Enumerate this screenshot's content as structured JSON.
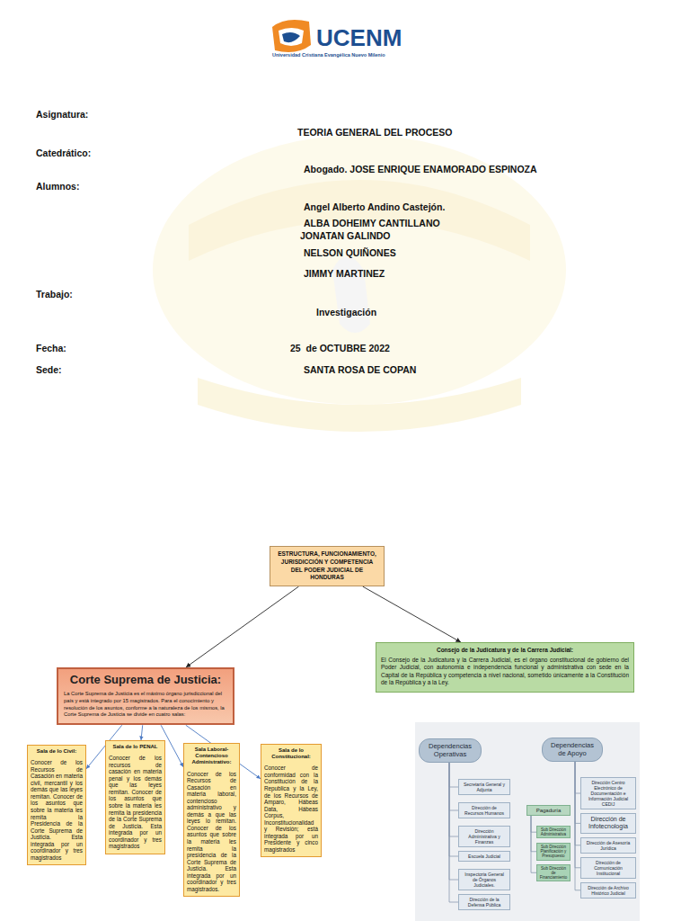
{
  "diagram": {
    "nodes": [
      {
        "text": [
          "ESTRUCTURA, FUNCIONAMIENTO, JURISDICCIÓN Y COMPETENCIA DEL PODER JUDICIAL DE HONDURAS"
        ]
      },
      {
        "text": [
          "Corte Suprema de Justicia:",
          "La Corte Suprema de Justicia es el máximo órgano jurisdiccional del país y está integrado por 15 magistrados. Para el conocimiento y resolución de los asuntos, conforme a la naturaleza de los mismos, la Corte Suprema de Justicia se divide en cuatro salas:"
        ]
      },
      {
        "text": [
          "Sala de lo Civil:",
          "Conocer de los Recursos de Casación en materia civil, mercantil y los demás que las leyes remitan. Conocer de los asuntos que sobre la materia les remita la Presidencia de la Corte Suprema de Justicia. Esta integrada por un coordinador y tres magistrados"
        ]
      },
      {
        "text": [
          "Sala de lo PENAL",
          "Conocer de los recursos de casación en materia penal y los demás que las leyes remitan. Conocer de los asuntos que sobre la materia les remita la presidencia de la Corte Suprema de Justicia. Esta integrada por un coordinador y tres magistrados"
        ]
      },
      {
        "text": [
          "Sala Laboral-Contencioso Administrativo:",
          "Conocer de los Recursos de Casación en materia laboral, contencioso administrativo y demás a que las leyes lo remitan. Conocer de los asuntos que sobre la materia les remita la presidencia de la Corte Suprema de Justicia. Esta integrada por un coordinador y tres magistrados."
        ]
      },
      {
        "text": [
          "Sala de lo Constitucional:",
          "Conocer de conformidad con la Constitución de la Republica y la Ley, de los Recursos de Amparo, Hábeas Data, Hábeas Corpus, Inconstitucionalidad y Revisión; está integrada por un Presidente y cinco magistrados"
        ]
      },
      {
        "text": [
          "Consejo de la Judicatura y de la Carrera Judicial:",
          "El Consejo de la Judicatura y la Carrera Judicial, es el órgano constitucional de gobierno del Poder Judicial, con autonomía e independencia funcional y administrativa con sede en la Capital de la República y competencia a nivel nacional, sometido únicamente a la Constitución de la República y a la Ley."
        ]
      },
      {
        "text": [
          "Dependencias Operativas"
        ]
      },
      {
        "text": [
          "Dependencias de Apoyo"
        ]
      },
      {
        "text": [
          "Secretaría General y Adjunta"
        ]
      },
      {
        "text": [
          "Dirección de Recursos Humanos"
        ]
      },
      {
        "text": [
          "Dirección Administrativa y Finanzas"
        ]
      },
      {
        "text": [
          "Escuela Judicial"
        ]
      },
      {
        "text": [
          "Inspectoria General de Órganos Judiciales."
        ]
      },
      {
        "text": [
          "Dirección de la Defensa Pública"
        ]
      },
      {
        "text": [
          "Pagaduría"
        ]
      },
      {
        "text": [
          "Sub Dirección Administrativa"
        ]
      },
      {
        "text": [
          "Sub Dirección Planificación y Presupuesto"
        ]
      },
      {
        "text": [
          "Sub Dirección de Financiamiento"
        ]
      },
      {
        "text": [
          "Dirección Centro Electrónico de Documentación e Información Judicial CEDIJ"
        ]
      },
      {
        "text": [
          "Dirección de Infotecnología"
        ]
      },
      {
        "text": [
          "Dirección de Asesoría Jurídica"
        ]
      },
      {
        "text": [
          "Dirección de Comunicación Institucional"
        ]
      },
      {
        "text": [
          "Dirección de Archivo Histórico Judicial"
        ]
      }
    ],
    "edges": [
      {
        "from": 0,
        "to": 1,
        "arrow": "to"
      },
      {
        "from": 0,
        "to": 6,
        "arrow": "to"
      },
      {
        "from": 1,
        "to": 2,
        "arrow": "to"
      },
      {
        "from": 1,
        "to": 3,
        "arrow": "to"
      },
      {
        "from": 1,
        "to": 4,
        "arrow": "to"
      },
      {
        "from": 1,
        "to": 5,
        "arrow": "to"
      },
      {
        "from": 7,
        "to": 9,
        "arrow": "none"
      },
      {
        "from": 7,
        "to": 10,
        "arrow": "none"
      },
      {
        "from": 7,
        "to": 11,
        "arrow": "none"
      },
      {
        "from": 7,
        "to": 12,
        "arrow": "none"
      },
      {
        "from": 7,
        "to": 13,
        "arrow": "none"
      },
      {
        "from": 7,
        "to": 14,
        "arrow": "none"
      },
      {
        "from": 15,
        "to": 16,
        "arrow": "none"
      },
      {
        "from": 15,
        "to": 17,
        "arrow": "none"
      },
      {
        "from": 15,
        "to": 18,
        "arrow": "none"
      },
      {
        "from": 8,
        "to": 19,
        "arrow": "none"
      },
      {
        "from": 8,
        "to": 20,
        "arrow": "none"
      },
      {
        "from": 8,
        "to": 21,
        "arrow": "none"
      },
      {
        "from": 8,
        "to": 22,
        "arrow": "none"
      },
      {
        "from": 8,
        "to": 23,
        "arrow": "none"
      }
    ],
    "labels": [
      "UCENM",
      "Universidad Cristiana Evangélica Nuevo Milenio",
      "Asignatura:",
      "TEORIA GENERAL DEL PROCESO",
      "Catedrático:",
      "Abogado. JOSE ENRIQUE ENAMORADO ESPINOZA",
      "Alumnos:",
      "Angel Alberto Andino Castejón.",
      "ALBA DOHEIMY CANTILLANO",
      "JONATAN GALINDO",
      "NELSON QUIÑONES",
      "JIMMY MARTINEZ",
      "Trabajo:",
      "Investigación",
      "Fecha:",
      "25  de OCTUBRE 2022",
      "Sede:",
      "SANTA ROSA DE COPAN"
    ]
  }
}
